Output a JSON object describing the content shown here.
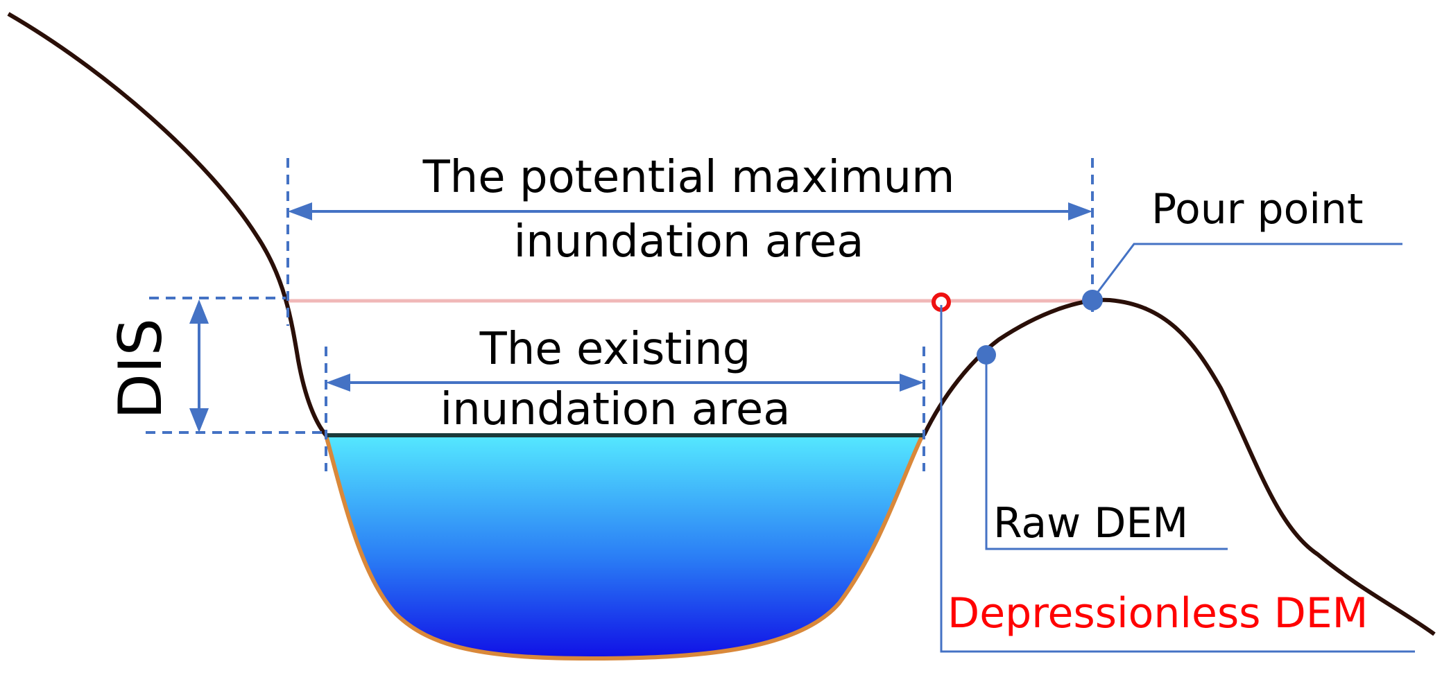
{
  "labels": {
    "potential_line1": "The potential maximum",
    "potential_line2": "inundation area",
    "existing_line1": "The existing",
    "existing_line2": "inundation area",
    "dis": "DIS",
    "pour_point": "Pour point",
    "raw_dem": "Raw DEM",
    "depressionless_dem": "Depressionless DEM"
  },
  "colors": {
    "annotation_blue": "#4472c4",
    "terrain": "#2a0f08",
    "water_top": "#55e8ff",
    "water_bottom": "#1010e6",
    "water_edge": "#d9883a",
    "fill_level_line": "#f0b8b8",
    "depressionless_label": "#ff0000"
  },
  "icons": {
    "dimension_arrows": "double-headed-arrow",
    "pour_point_marker": "filled-circle",
    "raw_dem_marker": "filled-circle",
    "depressionless_marker": "red-ring-circle"
  }
}
